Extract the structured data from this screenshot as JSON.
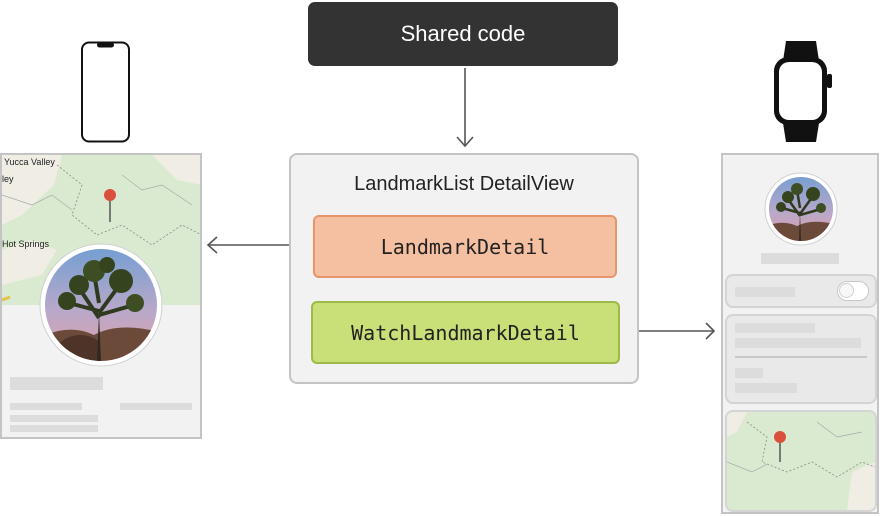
{
  "shared_code": {
    "label": "Shared code"
  },
  "central": {
    "title": "LandmarkList DetailView",
    "landmark_detail": "LandmarkDetail",
    "watch_landmark_detail": "WatchLandmarkDetail"
  },
  "phone_map": {
    "labels": [
      "Yucca Valley",
      "ley",
      "Hot Springs"
    ]
  },
  "colors": {
    "shared_bg": "#333333",
    "landmark_detail_fill": "#f5c0a1",
    "watch_landmark_detail_fill": "#c9df78",
    "map_green": "#d7e9c8",
    "pin_red": "#d9513a"
  },
  "icons": [
    "iphone-icon",
    "apple-watch-icon",
    "map-pin-icon"
  ]
}
